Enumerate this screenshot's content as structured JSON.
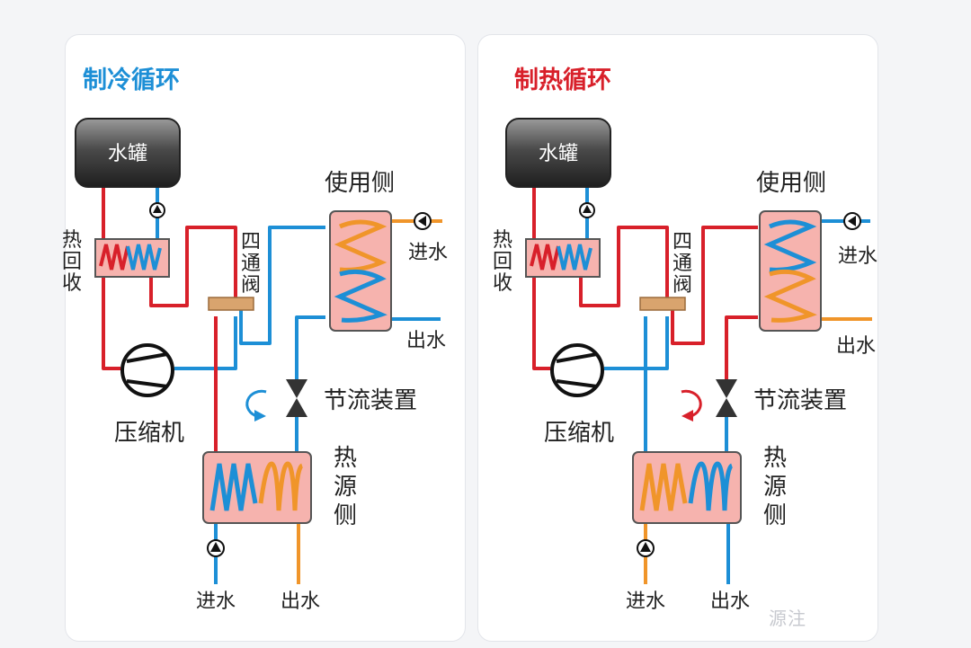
{
  "colors": {
    "hot": "#d8202a",
    "cold": "#1d8fd6",
    "orange": "#f0952a",
    "cooling_title": "#1d8fd6",
    "heating_title": "#d8202a",
    "exchanger_fill": "#f6b3ae",
    "tank_fill": "#3a3a3a"
  },
  "icons": [
    "pump-icon",
    "compressor-icon",
    "expansion-valve-icon",
    "flow-direction-arrow-icon",
    "four-way-valve-icon",
    "water-tank-icon",
    "coil-icon"
  ],
  "cooling": {
    "title": "制冷循环",
    "tank": "水罐",
    "heat_recovery": [
      "热",
      "回",
      "收"
    ],
    "four_way": [
      "四",
      "通",
      "阀"
    ],
    "use_side": "使用侧",
    "inlet_use": "进水",
    "outlet_use": "出水",
    "throttle": "节流装置",
    "compressor": "压缩机",
    "source_side": [
      "热",
      "源",
      "侧"
    ],
    "inlet_source": "进水",
    "outlet_source": "出水"
  },
  "heating": {
    "title": "制热循环",
    "tank": "水罐",
    "heat_recovery": [
      "热",
      "回",
      "收"
    ],
    "four_way": [
      "四",
      "通",
      "阀"
    ],
    "use_side": "使用侧",
    "inlet_use": "进水",
    "outlet_use": "出水",
    "throttle": "节流装置",
    "compressor": "压缩机",
    "source_side": [
      "热",
      "源",
      "侧"
    ],
    "inlet_source": "进水",
    "outlet_source": "出水"
  },
  "watermark": "源注"
}
